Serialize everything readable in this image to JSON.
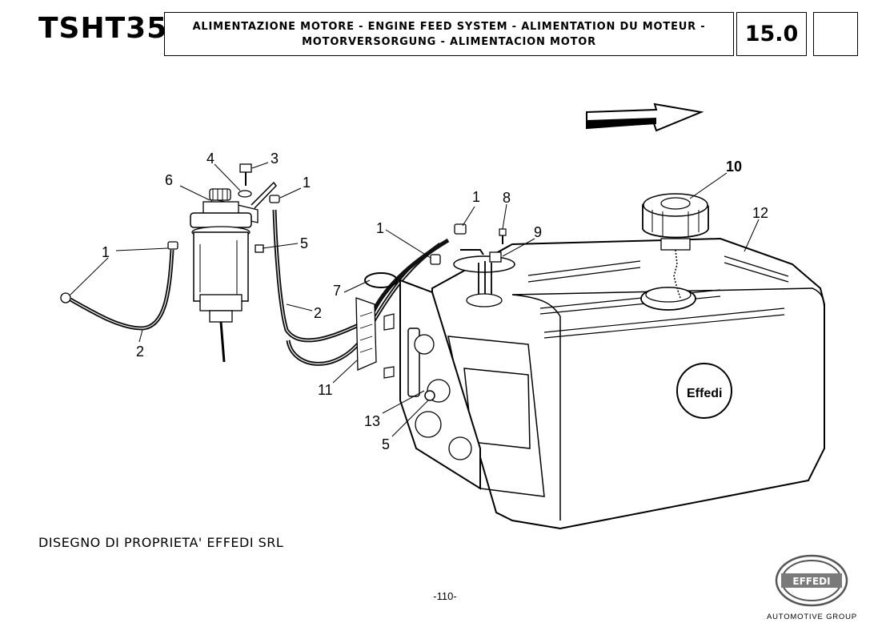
{
  "header": {
    "model": "TSHT35",
    "title_line1": "ALIMENTAZIONE MOTORE - ENGINE FEED SYSTEM - ALIMENTATION DU MOTEUR -",
    "title_line2": "MOTORVERSORGUNG - ALIMENTACION MOTOR",
    "section": "15.0"
  },
  "callouts": [
    {
      "id": "c1a",
      "label": "1"
    },
    {
      "id": "c2a",
      "label": "2"
    },
    {
      "id": "c3",
      "label": "3"
    },
    {
      "id": "c4",
      "label": "4"
    },
    {
      "id": "c6",
      "label": "6"
    },
    {
      "id": "c1b",
      "label": "1"
    },
    {
      "id": "c5a",
      "label": "5"
    },
    {
      "id": "c2b",
      "label": "2"
    },
    {
      "id": "c7",
      "label": "7"
    },
    {
      "id": "c1c",
      "label": "1"
    },
    {
      "id": "c11",
      "label": "11"
    },
    {
      "id": "c1d",
      "label": "1"
    },
    {
      "id": "c8",
      "label": "8"
    },
    {
      "id": "c9",
      "label": "9"
    },
    {
      "id": "c10",
      "label": "10"
    },
    {
      "id": "c12",
      "label": "12"
    },
    {
      "id": "c13",
      "label": "13"
    },
    {
      "id": "c5b",
      "label": "5"
    }
  ],
  "tank_logo_text": "Effedi",
  "footer": {
    "ownership": "DISEGNO DI PROPRIETA' EFFEDI SRL",
    "page_number": "-110-",
    "brand_logo": "EFFEDI",
    "brand_tagline": "AUTOMOTIVE GROUP"
  },
  "icons": [
    "direction-arrow-icon",
    "effedi-logo"
  ]
}
